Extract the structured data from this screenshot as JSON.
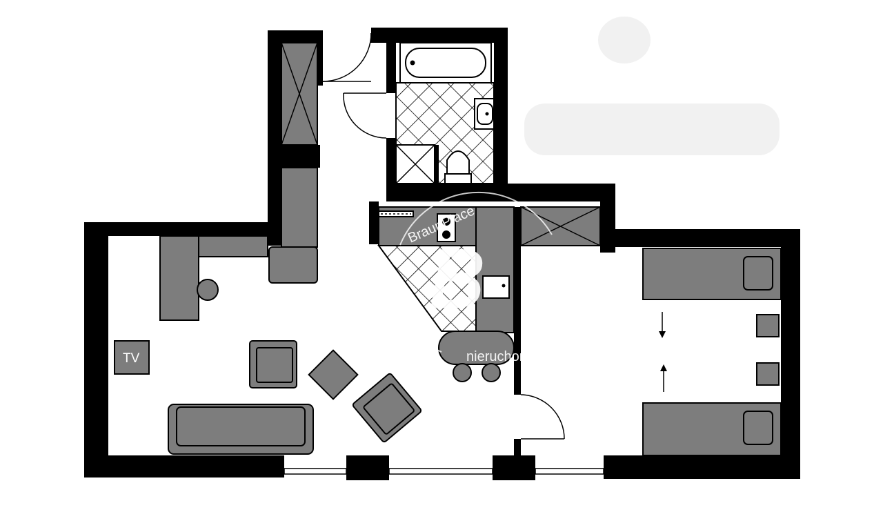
{
  "plan": {
    "tv_label": "TV"
  },
  "watermark": {
    "brand_text": "BraunPlace",
    "sub_text": "nieruchomości",
    "monogram": "B"
  }
}
